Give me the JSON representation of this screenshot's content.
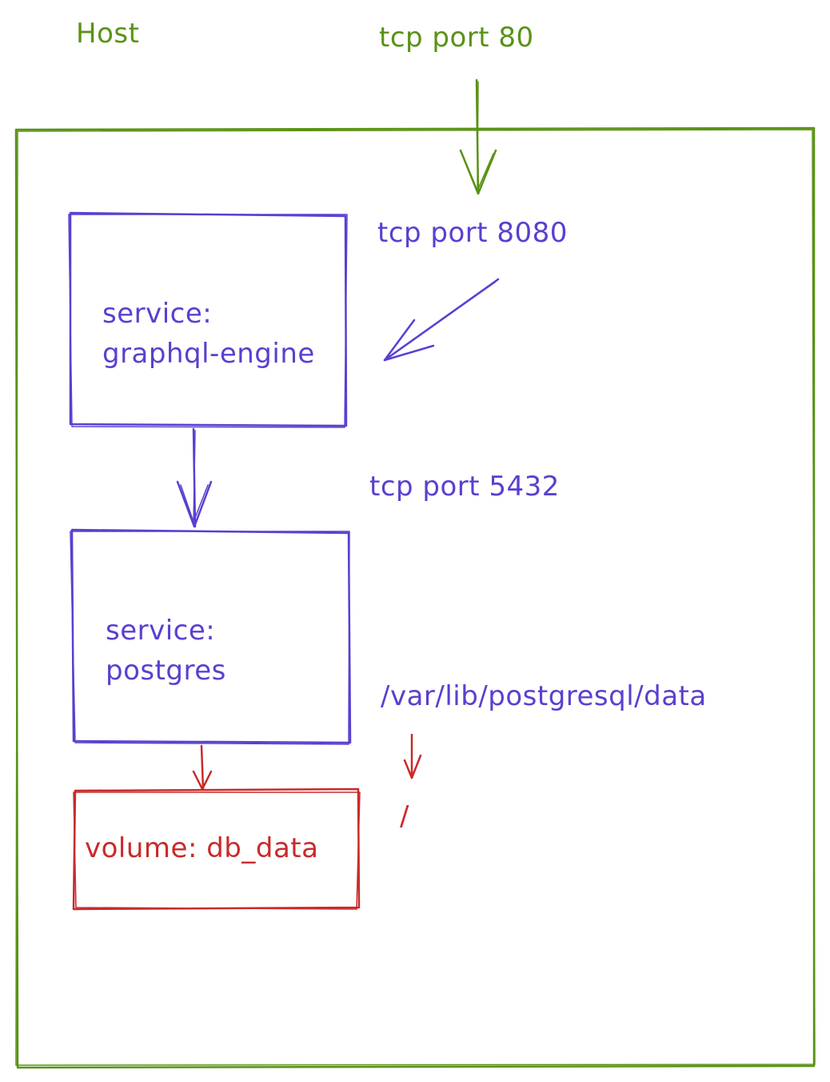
{
  "host": {
    "title": "Host",
    "inbound_port": "tcp port 80"
  },
  "services": [
    {
      "label_line1": "service:",
      "label_line2": "graphql-engine",
      "port": "tcp port 8080"
    },
    {
      "label_line1": "service:",
      "label_line2": "postgres",
      "port": "tcp port 5432",
      "mount_path": "/var/lib/postgresql/data"
    }
  ],
  "volume": {
    "label": "volume: db_data",
    "mount_root": "/"
  },
  "colors": {
    "host": "#5a9216",
    "service": "#5b3fd0",
    "volume": "#c92a2a"
  }
}
